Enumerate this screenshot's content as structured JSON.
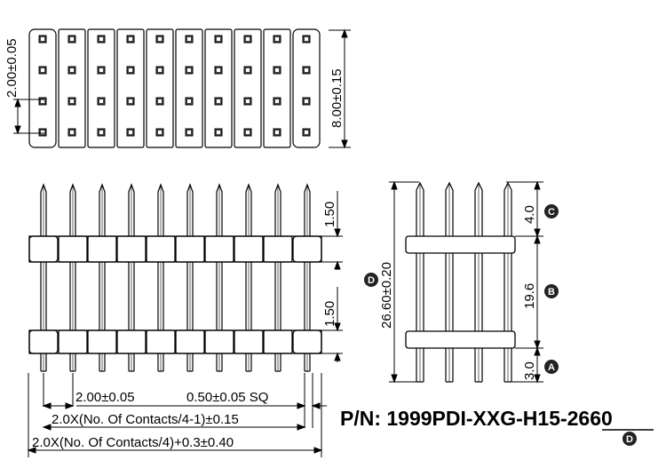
{
  "top_view": {
    "pitch_label": "2.00±0.05",
    "width_label": "8.00±0.15",
    "columns": 10,
    "rows": 4
  },
  "front_view": {
    "upper_height_label": "1.50",
    "lower_height_label": "1.50",
    "pitch_label": "2.00±0.05",
    "pin_label": "0.50±0.05 SQ",
    "span_label": "2.0X(No. Of Contacts/4-1)±0.15",
    "overall_label": "2.0X(No. Of Contacts/4)+0.3±0.40",
    "pins": 10
  },
  "side_view": {
    "total_length_label": "26.60±0.20",
    "total_marker": "D",
    "top_length_label": "4.0",
    "top_marker": "C",
    "middle_length_label": "19.6",
    "middle_marker": "B",
    "bottom_length_label": "3.0",
    "bottom_marker": "A",
    "pins": 4
  },
  "part_number": {
    "prefix": "P/N: 1999PDI-XXG-H15-",
    "suffix": "2660",
    "marker": "D"
  }
}
